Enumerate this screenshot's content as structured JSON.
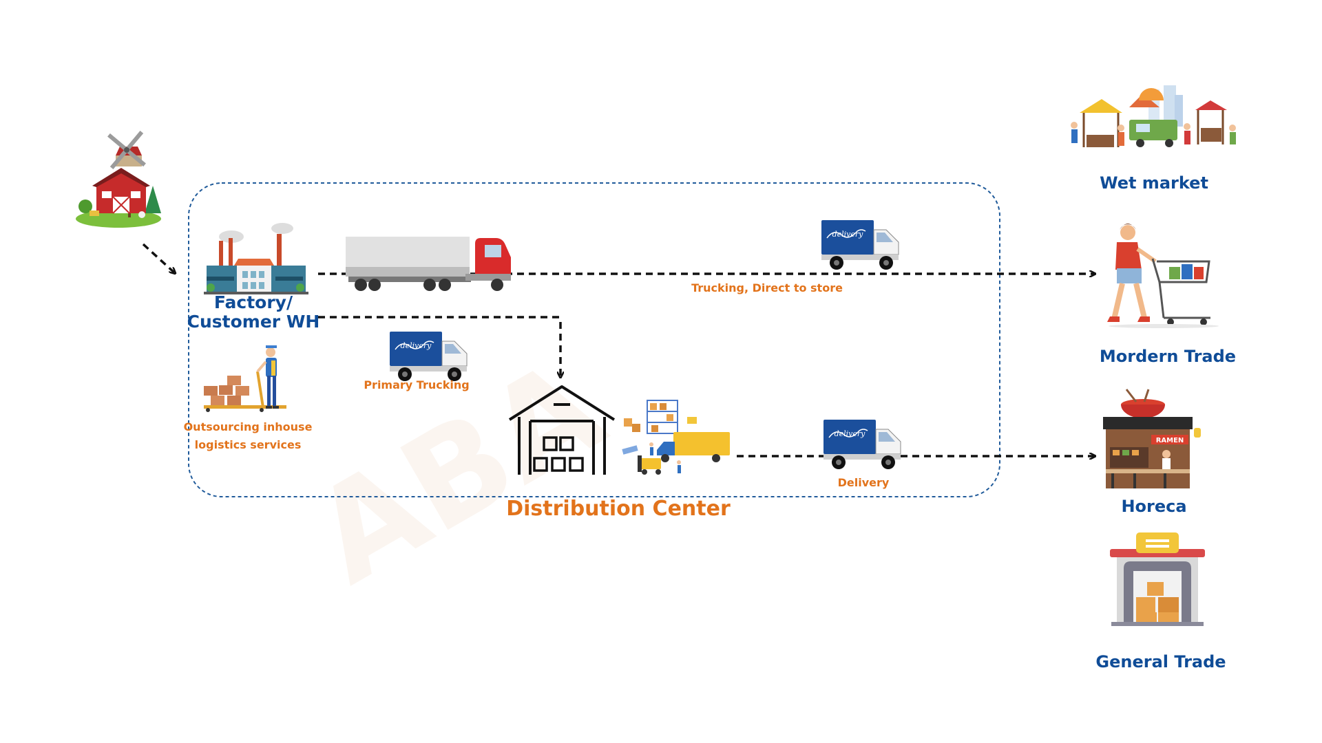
{
  "diagram": {
    "nodes": {
      "factory": "Factory/",
      "factory_line2": "Customer WH",
      "distribution_center": "Distribution Center",
      "wet_market": "Wet market",
      "modern_trade": "Mordern Trade",
      "horeca": "Horeca",
      "general_trade": "General Trade",
      "outsourcing_line1": "Outsourcing inhouse",
      "outsourcing_line2": "logistics services"
    },
    "edges": {
      "direct": "Trucking, Direct to store",
      "primary": "Primary Trucking",
      "delivery": "Delivery"
    },
    "truck_text": "delivery",
    "shop_sign": "RAMEN",
    "colors": {
      "blue_label": "#0f4c97",
      "orange_label": "#e2731b",
      "boundary": "#1f5a9a",
      "arrow": "#111111",
      "truck_blue": "#1b4f9c",
      "truck_red": "#d92b2b"
    }
  }
}
